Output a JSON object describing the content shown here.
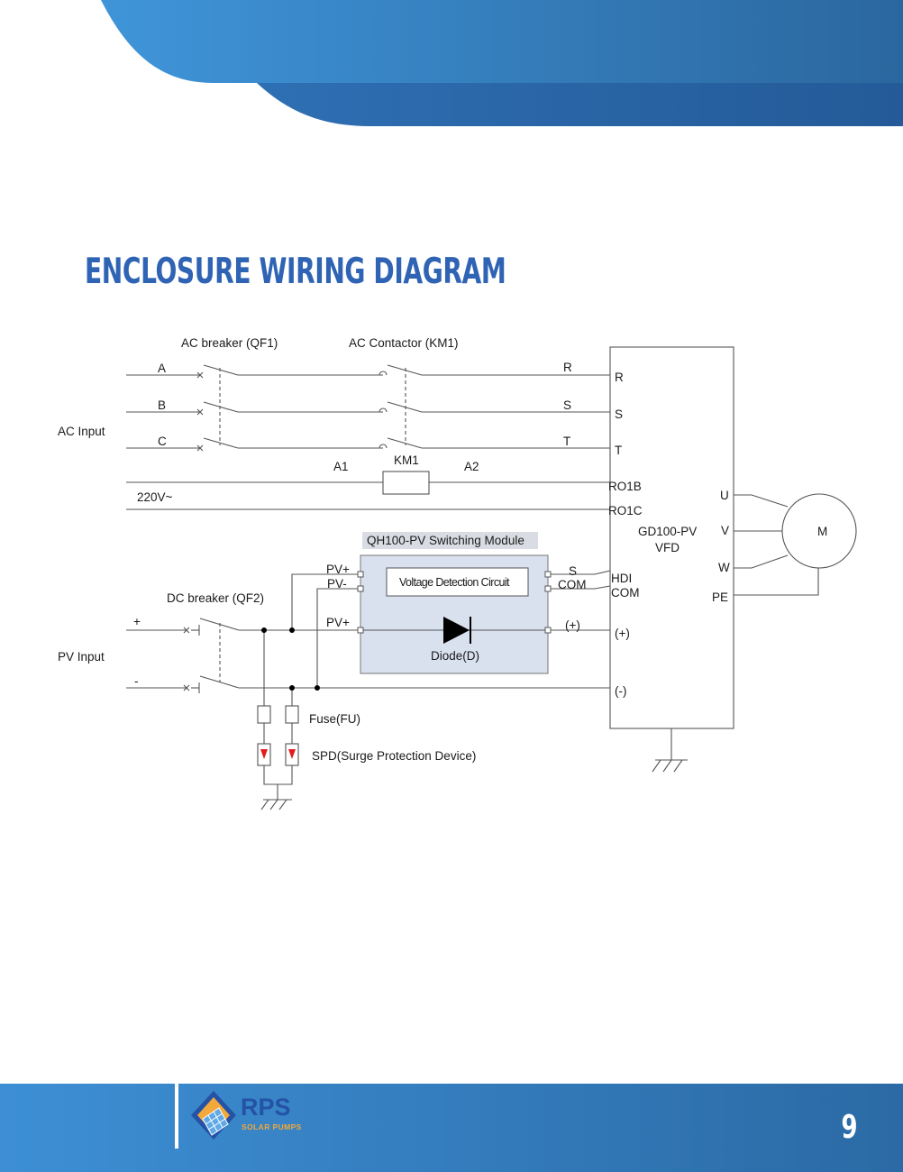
{
  "page": {
    "title": "ENCLOSURE WIRING DIAGRAM",
    "page_number": "9",
    "colors": {
      "title": "#2f63b4",
      "header_light": "#3b8fd6",
      "header_dark": "#285d9c",
      "logo_text": "#2452a6",
      "logo_tag": "#f2a83a",
      "tint_orange": "#f7a233",
      "tint_blue": "#1f4f9f"
    }
  },
  "logo": {
    "name": "RPS",
    "tagline": "SOLAR PUMPS"
  },
  "diagram": {
    "ac_input_label": "AC Input",
    "pv_input_label": "PV Input",
    "ac_breaker_label": "AC breaker (QF1)",
    "ac_contactor_label": "AC Contactor (KM1)",
    "dc_breaker_label": "DC breaker (QF2)",
    "phases": [
      "A",
      "B",
      "C"
    ],
    "phase_outputs": [
      "R",
      "S",
      "T"
    ],
    "vfd_terminals_ac": [
      "R",
      "S",
      "T"
    ],
    "coil": {
      "name": "KM1",
      "a1": "A1",
      "a2": "A2"
    },
    "control_voltage": "220V~",
    "relay_terminals": [
      "RO1B",
      "RO1C"
    ],
    "vfd_name": "GD100-PV",
    "vfd_sub": "VFD",
    "motor_terminals": [
      "U",
      "V",
      "W",
      "PE"
    ],
    "motor_label": "M",
    "switching_module": "QH100-PV Switching Module",
    "voltage_detection": "Voltage Detection Circuit",
    "module_in_pos": "PV+",
    "module_in_neg": "PV-",
    "module_in_pos2": "PV+",
    "module_out_s": "S",
    "module_out_com": "COM",
    "module_out_pos": "(+)",
    "vfd_hdi": "HDI",
    "vfd_com": "COM",
    "vfd_pos": "(+)",
    "vfd_neg": "(-)",
    "diode_label": "Diode(D)",
    "pv_pos": "+",
    "pv_neg": "-",
    "fuse_label": "Fuse(FU)",
    "spd_label": "SPD(Surge Protection Device)"
  }
}
